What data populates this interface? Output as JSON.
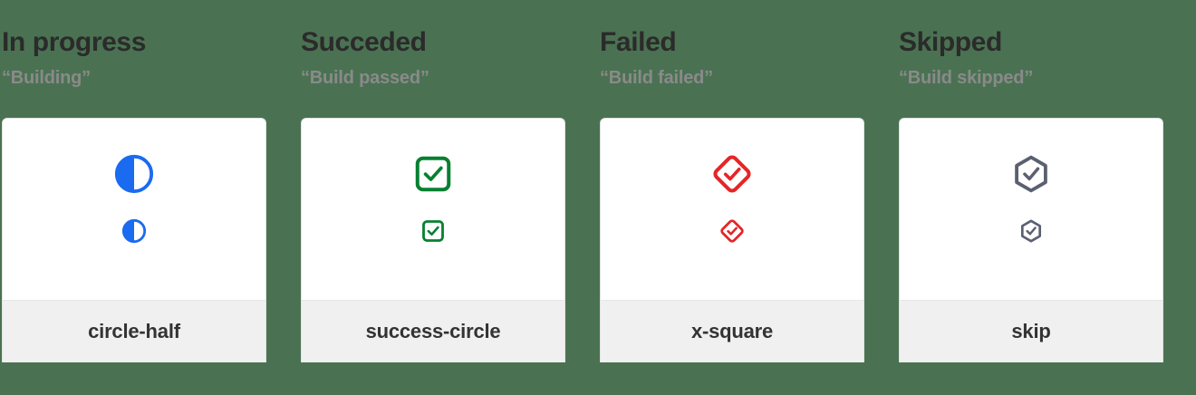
{
  "page": {
    "background_color": "#4a7252",
    "card_background": "#ffffff",
    "label_band_color": "#f0f0f0"
  },
  "columns": [
    {
      "id": "in-progress",
      "title": "In progress",
      "subtitle": "“Building”",
      "icon_name": "circle-half-icon",
      "icon_label": "circle-half",
      "icon_color": "#1a6bf0"
    },
    {
      "id": "succeded",
      "title": "Succeded",
      "subtitle": "“Build passed”",
      "icon_name": "success-circle-icon",
      "icon_label": "success-circle",
      "icon_color": "#068030"
    },
    {
      "id": "failed",
      "title": "Failed",
      "subtitle": "“Build failed”",
      "icon_name": "x-square-icon",
      "icon_label": "x-square",
      "icon_color": "#e52528"
    },
    {
      "id": "skipped",
      "title": "Skipped",
      "subtitle": "“Build skipped”",
      "icon_name": "skip-icon",
      "icon_label": "skip",
      "icon_color": "#5a6070"
    }
  ]
}
